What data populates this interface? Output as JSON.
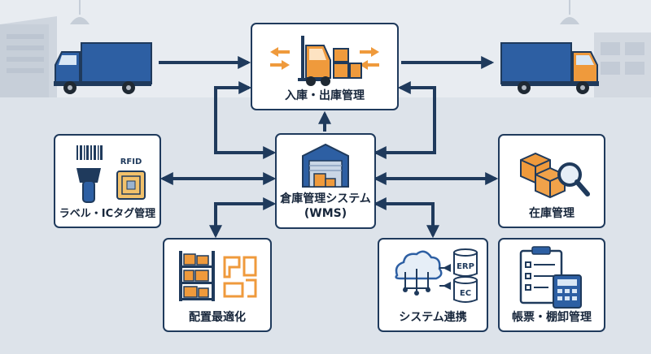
{
  "nodes": {
    "inbound_outbound": "入庫・出庫管理",
    "wms_line1": "倉庫管理システム",
    "wms_line2": "(WMS)",
    "labels_ic_tags": "ラベル・ICタグ管理",
    "inventory": "在庫管理",
    "layout_optimization": "配置最適化",
    "system_integration": "システム連携",
    "forms_stocktaking": "帳票・棚卸管理"
  },
  "icon_text": {
    "rfid": "RFID",
    "erp": "ERP",
    "ec": "EC"
  },
  "colors": {
    "navy": "#1f3a5c",
    "truck_blue": "#2d5fa3",
    "orange": "#ef9a3c",
    "background": "#dfe5ec"
  }
}
